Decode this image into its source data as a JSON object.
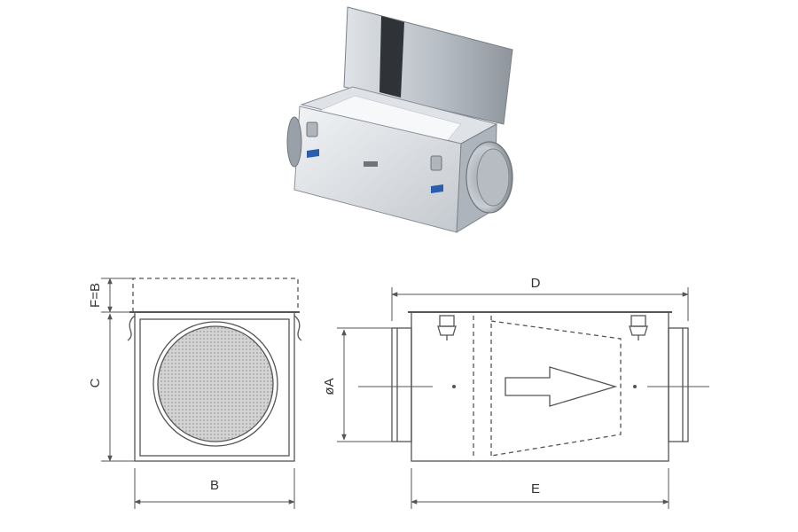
{
  "labels": {
    "f_eq_b": "F=B",
    "c": "C",
    "b": "B",
    "d": "D",
    "e": "E",
    "diameter_a": "øA"
  },
  "colors": {
    "line": "#555555",
    "mesh": "#c9c9c9",
    "metal_light": "#e9ecef",
    "metal_mid": "#c7ccd2",
    "metal_dark": "#8a9097",
    "lid_dark": "#2f3338",
    "clip_blue": "#2a5db0"
  }
}
